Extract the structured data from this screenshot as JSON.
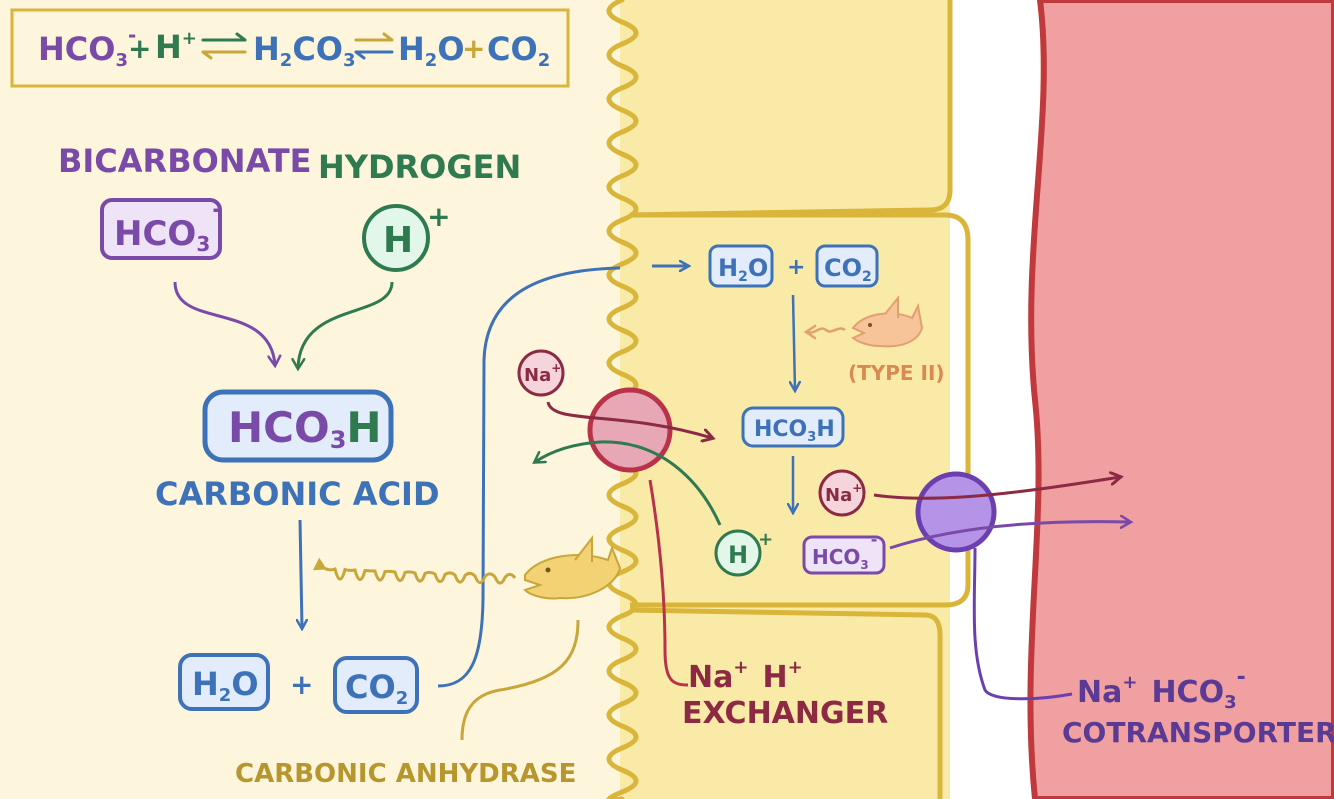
{
  "equation": {
    "hco3": "HCO",
    "hco3_sub": "3",
    "hco3_sup": "-",
    "plus1": "+",
    "h": "H",
    "h_sup": "+",
    "h2co3_a": "H",
    "h2co3_sub2": "2",
    "h2co3_b": "CO",
    "h2co3_sub3": "3",
    "h2o_a": "H",
    "h2o_sub": "2",
    "h2o_b": "O",
    "plus2": "+",
    "co2_a": "CO",
    "co2_sub": "2"
  },
  "lumen": {
    "bicarbonate_label": "BICARBONATE",
    "hydrogen_label": "HYDROGEN",
    "hco3_box": "HCO",
    "hco3_box_sub": "3",
    "hco3_box_sup": "-",
    "h_circle": "H",
    "h_circle_sup": "+",
    "carbonic_acid_box_a": "HCO",
    "carbonic_acid_box_sub": "3",
    "carbonic_acid_box_b": "H",
    "carbonic_acid_label": "CARBONIC ACID",
    "h2o_a": "H",
    "h2o_sub": "2",
    "h2o_b": "O",
    "plus": "+",
    "co2_a": "CO",
    "co2_sub": "2",
    "carbonic_anhydrase_label": "CARBONIC ANHYDRASE"
  },
  "cell": {
    "h2o_a": "H",
    "h2o_sub": "2",
    "h2o_b": "O",
    "plus": "+",
    "co2_a": "CO",
    "co2_sub": "2",
    "type_ii_label": "(TYPE II)",
    "na_left": "Na",
    "na_left_sup": "+",
    "hco3h_a": "HCO",
    "hco3h_sub": "3",
    "hco3h_b": "H",
    "na_right": "Na",
    "na_right_sup": "+",
    "h_circle": "H",
    "h_circle_sup": "+",
    "hco3_box": "HCO",
    "hco3_box_sub": "3",
    "hco3_box_sup": "-"
  },
  "labels": {
    "exchanger_line1_na": "Na",
    "exchanger_line1_na_sup": "+",
    "exchanger_line1_h": "H",
    "exchanger_line1_h_sup": "+",
    "exchanger_line2": "EXCHANGER",
    "cotransporter_line1_na": "Na",
    "cotransporter_line1_na_sup": "+",
    "cotransporter_line1_hco": "HCO",
    "cotransporter_line1_hco_sub": "3",
    "cotransporter_line1_hco_sup": "-",
    "cotransporter_line2": "COTRANSPORTER"
  },
  "colors": {
    "purple": "#7a4aa8",
    "green": "#2f7a4f",
    "blue": "#3d72b8",
    "maroon": "#8c2a43",
    "gold": "#c9a63a",
    "orange": "#e2a070",
    "background": "#fdf5dc",
    "cell": "#faeaa8",
    "blood": "#f0a0a0"
  }
}
